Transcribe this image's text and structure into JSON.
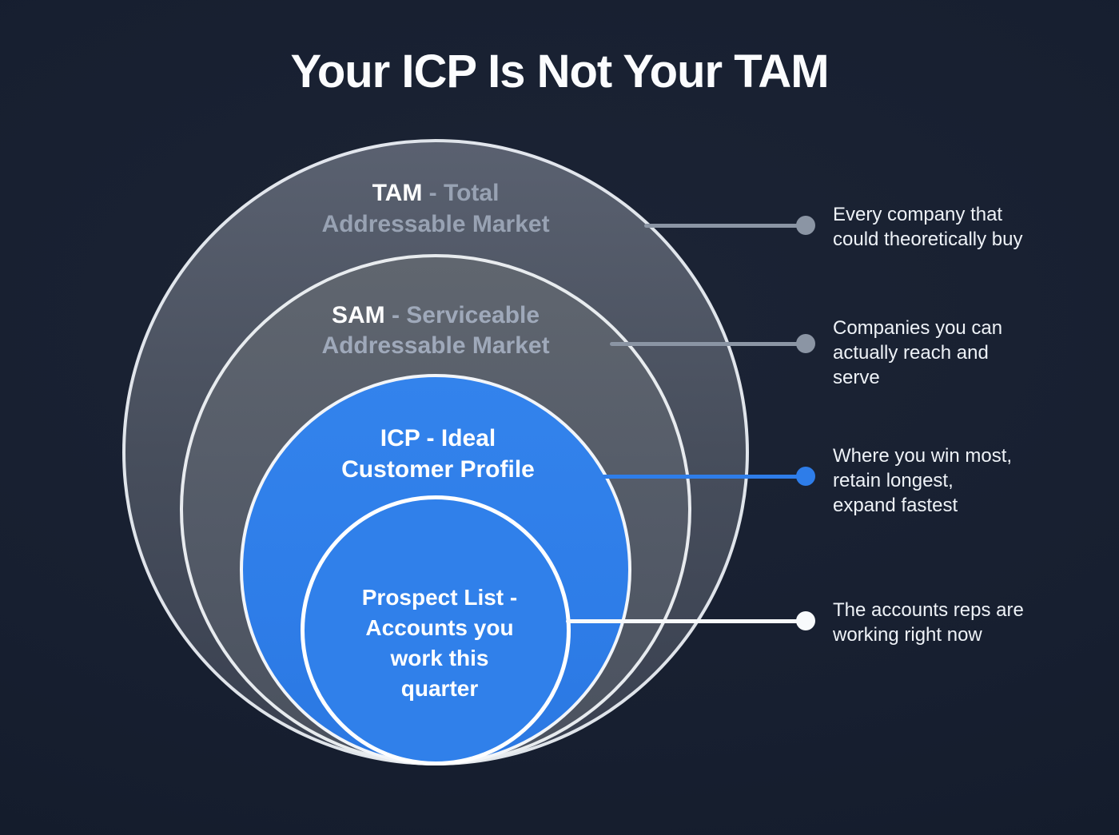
{
  "title": "Your ICP Is Not Your TAM",
  "rings": {
    "tam": {
      "strong": "TAM",
      "rest": " - Total\nAddressable Market"
    },
    "sam": {
      "strong": "SAM",
      "rest": " - Serviceable\nAddressable Market"
    },
    "icp": {
      "strong": "ICP - Ideal\nCustomer Profile",
      "rest": ""
    },
    "prospect": {
      "strong": "Prospect List -\nAccounts you\nwork this\nquarter",
      "rest": ""
    }
  },
  "callouts": [
    {
      "id": "tam",
      "text": "Every company that\ncould theoretically buy",
      "accent_color": "#8b95a4"
    },
    {
      "id": "sam",
      "text": "Companies you can\nactually reach and\nserve",
      "accent_color": "#8b95a4"
    },
    {
      "id": "icp",
      "text": "Where you win most,\nretain longest,\nexpand fastest",
      "accent_color": "#2e7de9"
    },
    {
      "id": "prospect",
      "text": "The accounts reps are\nworking right now",
      "accent_color": "#f8fafc"
    }
  ],
  "colors": {
    "background": "#171f30",
    "tam_fill": "#474e5c",
    "sam_fill": "#545b68",
    "icp_fill": "#2e7de8",
    "prospect_fill": "#3080ea",
    "ring_border": "#f2f5f9",
    "muted_label": "#98a2b3",
    "annotation_text": "#eef2f7"
  }
}
